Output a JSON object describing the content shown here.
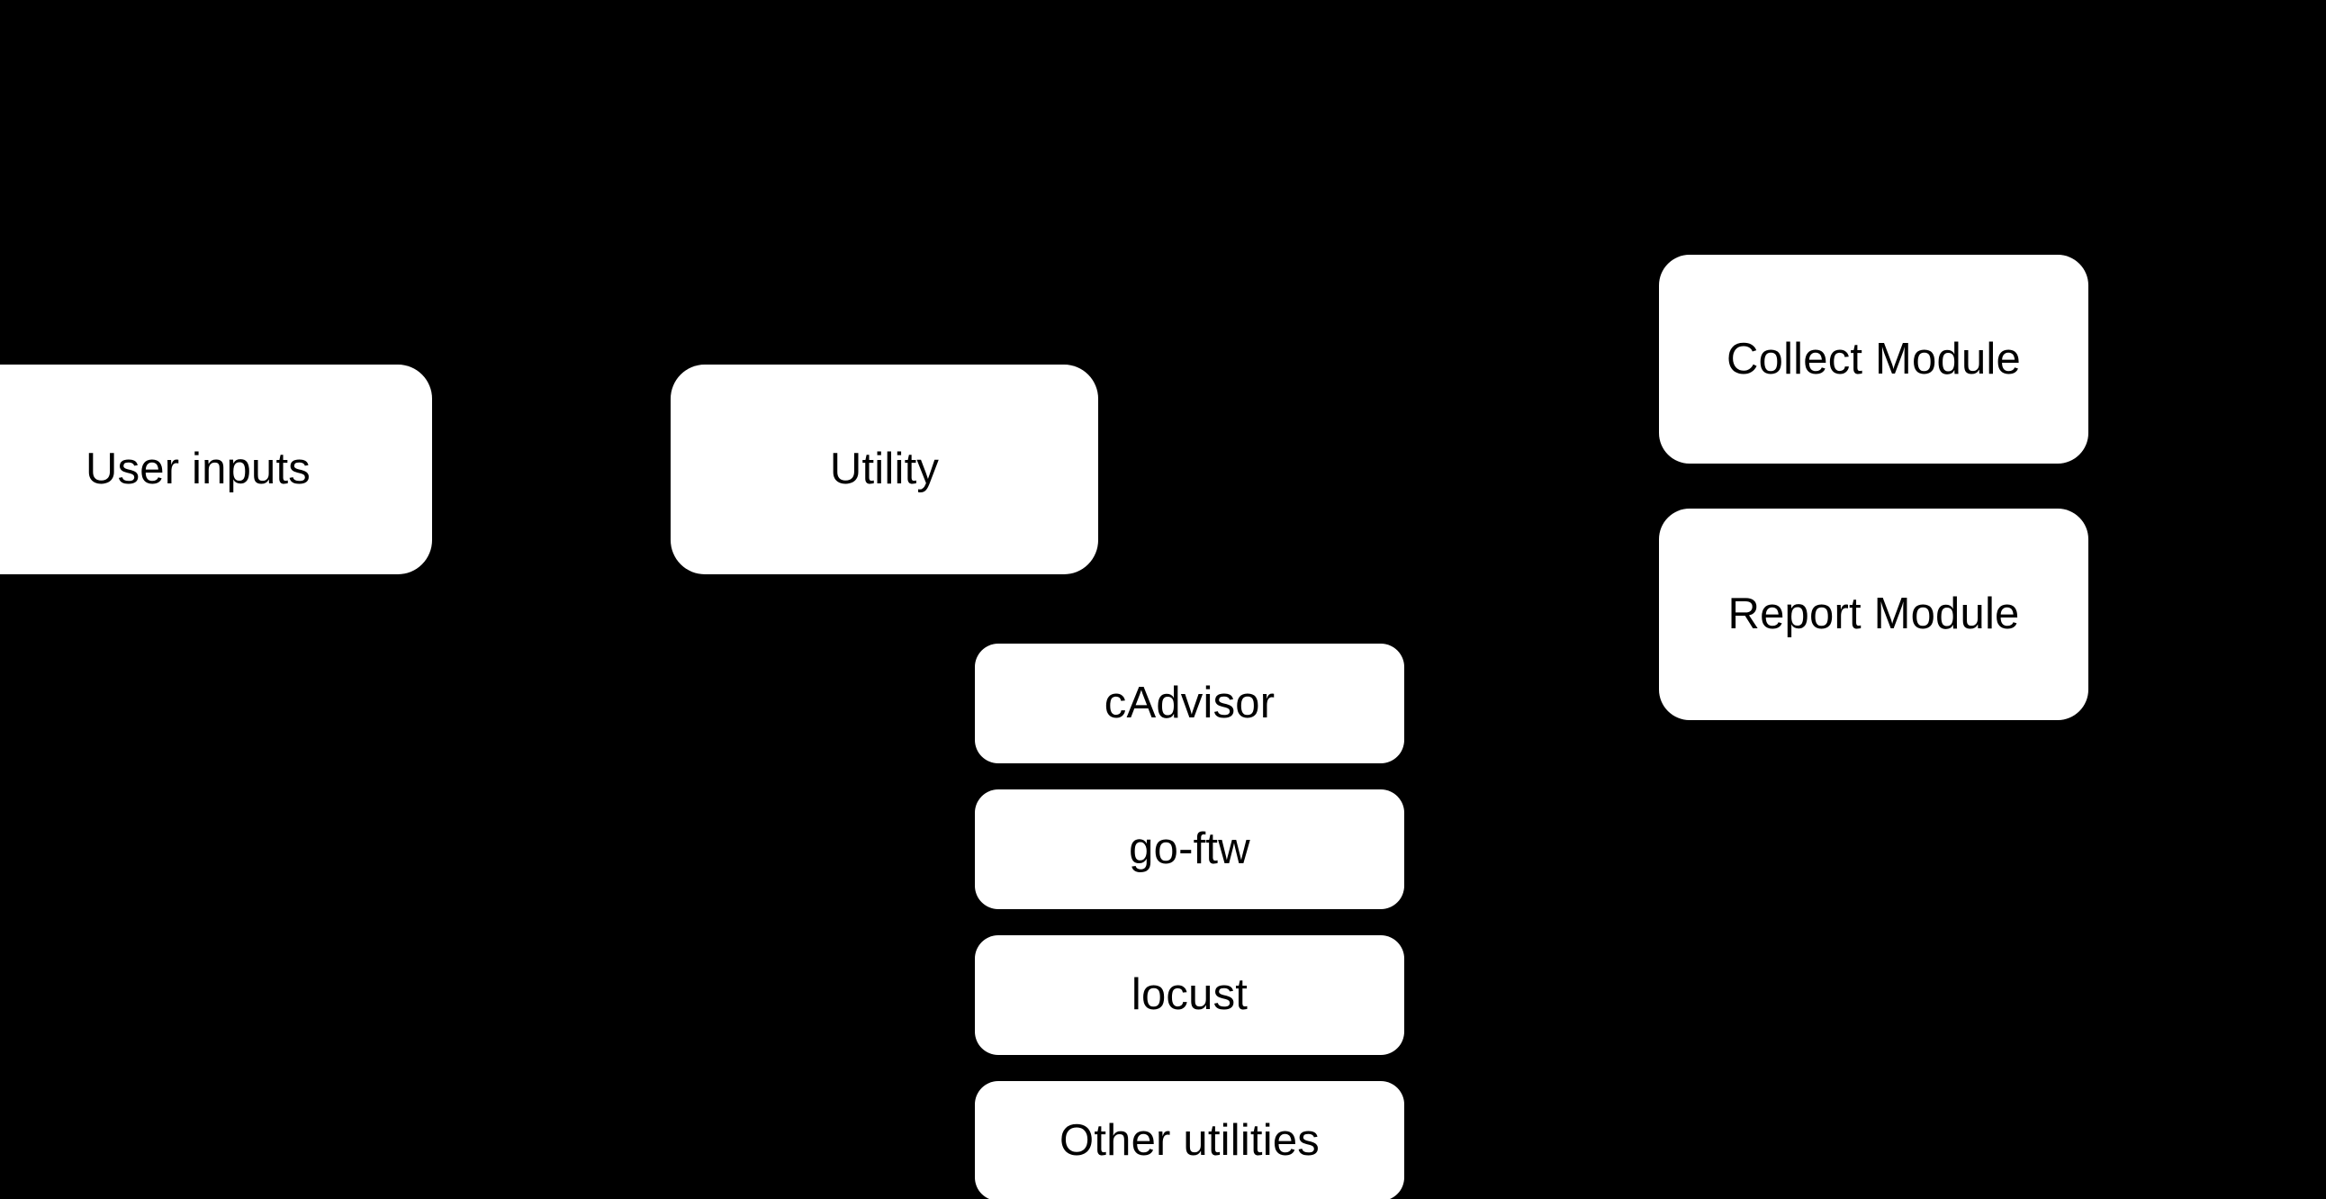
{
  "diagram": {
    "background_color": "#000000",
    "node_fill_color": "#ffffff",
    "node_text_color": "#000000",
    "nodes": [
      {
        "id": "user-inputs",
        "label": "User inputs",
        "column": "left"
      },
      {
        "id": "utility",
        "label": "Utility",
        "column": "middle"
      },
      {
        "id": "cadvisor",
        "label": "cAdvisor",
        "column": "middle"
      },
      {
        "id": "go-ftw",
        "label": "go-ftw",
        "column": "middle"
      },
      {
        "id": "locust",
        "label": "locust",
        "column": "middle"
      },
      {
        "id": "other-utilities",
        "label": "Other utilities",
        "column": "middle"
      },
      {
        "id": "collect-module",
        "label": "Collect Module",
        "column": "right"
      },
      {
        "id": "report-module",
        "label": "Report Module",
        "column": "right"
      }
    ]
  }
}
